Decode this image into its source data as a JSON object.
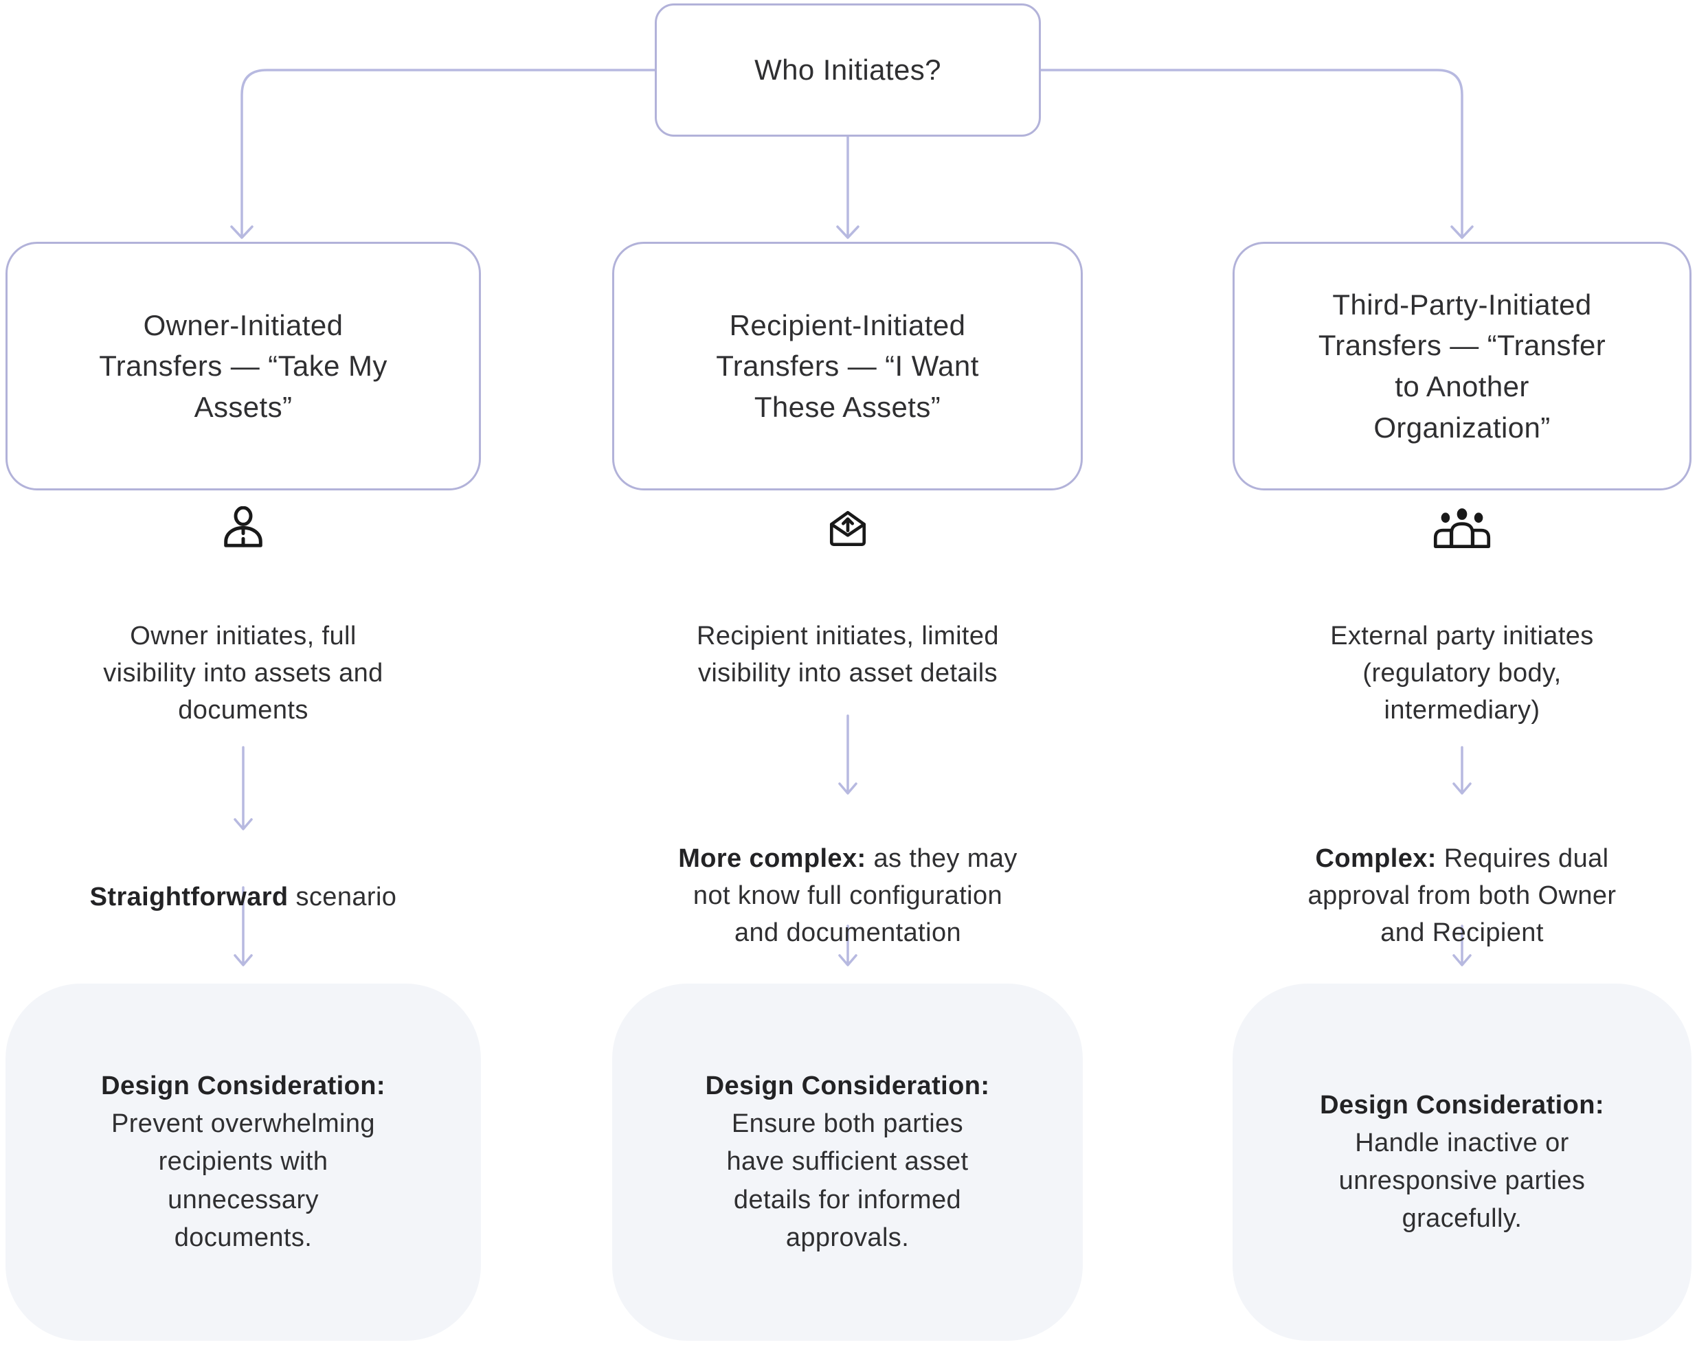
{
  "palette": {
    "background": "#ffffff",
    "connector_line": "#b7b9e0",
    "box_border": "#b2b2d9",
    "panel_fill": "#f3f5f9",
    "text": "#2f2f31",
    "icon": "#191919"
  },
  "root_node": {
    "label": "Who Initiates?"
  },
  "branches": [
    {
      "id": "owner-initiated",
      "title": "Owner-Initiated\nTransfers — “Take My\nAssets”",
      "icon": "user-icon",
      "description": "Owner initiates, full\nvisibility into assets and\ndocuments",
      "complexity": {
        "bold": "Straightforward",
        "rest": " scenario"
      },
      "consideration": {
        "bold": "Design Consideration:",
        "rest": "\nPrevent overwhelming\nrecipients with\nunnecessary\ndocuments."
      }
    },
    {
      "id": "recipient-initiated",
      "title": "Recipient-Initiated\nTransfers — “I Want\nThese Assets”",
      "icon": "mail-up-icon",
      "description": "Recipient initiates, limited\nvisibility into asset details",
      "complexity": {
        "bold": "More complex:",
        "rest": " as they may\nnot know full configuration\nand documentation"
      },
      "consideration": {
        "bold": "Design Consideration:",
        "rest": "\nEnsure both parties\nhave sufficient asset\ndetails for informed\napprovals."
      }
    },
    {
      "id": "third-party-initiated",
      "title": "Third-Party-Initiated\nTransfers — “Transfer\nto Another\nOrganization”",
      "icon": "people-group-icon",
      "description": "External party initiates\n(regulatory body,\nintermediary)",
      "complexity": {
        "bold": "Complex:",
        "rest": " Requires dual\napproval from both Owner\nand Recipient"
      },
      "consideration": {
        "bold": "Design Consideration:",
        "rest": "\nHandle inactive or\nunresponsive parties\ngracefully."
      }
    }
  ]
}
